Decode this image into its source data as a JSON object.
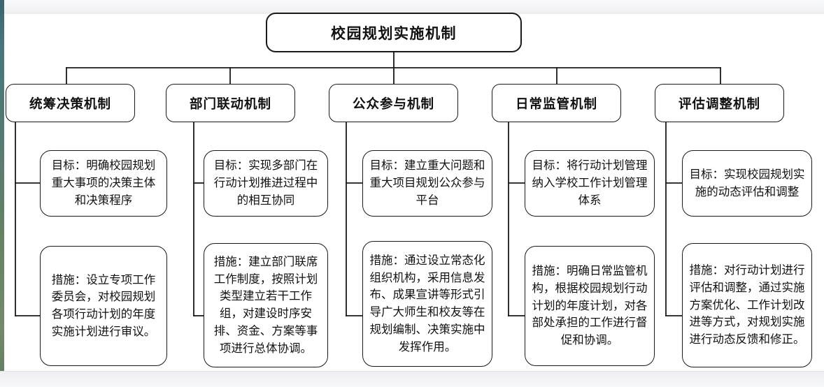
{
  "diagram": {
    "title_node": {
      "label": "校园规划实施机制"
    },
    "branches": [
      {
        "name": "统筹决策机制",
        "goal": "目标：明确校园规划重大事项的决策主体和决策程序",
        "measure": "措施：设立专项工作委员会，对校园规划各项行动计划的年度实施计划进行审议。"
      },
      {
        "name": "部门联动机制",
        "goal": "目标：实现多部门在行动计划推进过程中的相互协同",
        "measure": "措施：建立部门联席工作制度，按照计划类型建立若干工作组，对建设时序安排、资金、方案等事项进行总体协调。"
      },
      {
        "name": "公众参与机制",
        "goal": "目标：建立重大问题和重大项目规划公众参与平台",
        "measure": "措施：通过设立常态化组织机构，采用信息发布、成果宣讲等形式引导广大师生和校友等在规划编制、决策实施中发挥作用。"
      },
      {
        "name": "日常监管机制",
        "goal": "目标：将行动计划管理纳入学校工作计划管理体系",
        "measure": "措施：明确日常监管机构，根据校园规划行动计划的年度计划，对各部处承担的工作进行督促和协调。"
      },
      {
        "name": "评估调整机制",
        "goal": "目标：实现校园规划实施的动态评估和调整",
        "measure": "措施：对行动计划进行评估和调整，通过实施方案优化、工作计划改进等方式，对规划实施进行动态反馈和修正。"
      }
    ],
    "colors": {
      "stroke": "#1a1a1a",
      "node_fill": "#ffffff",
      "page_background": "#ffffff",
      "chrome_band": "#f3f3f5"
    }
  }
}
